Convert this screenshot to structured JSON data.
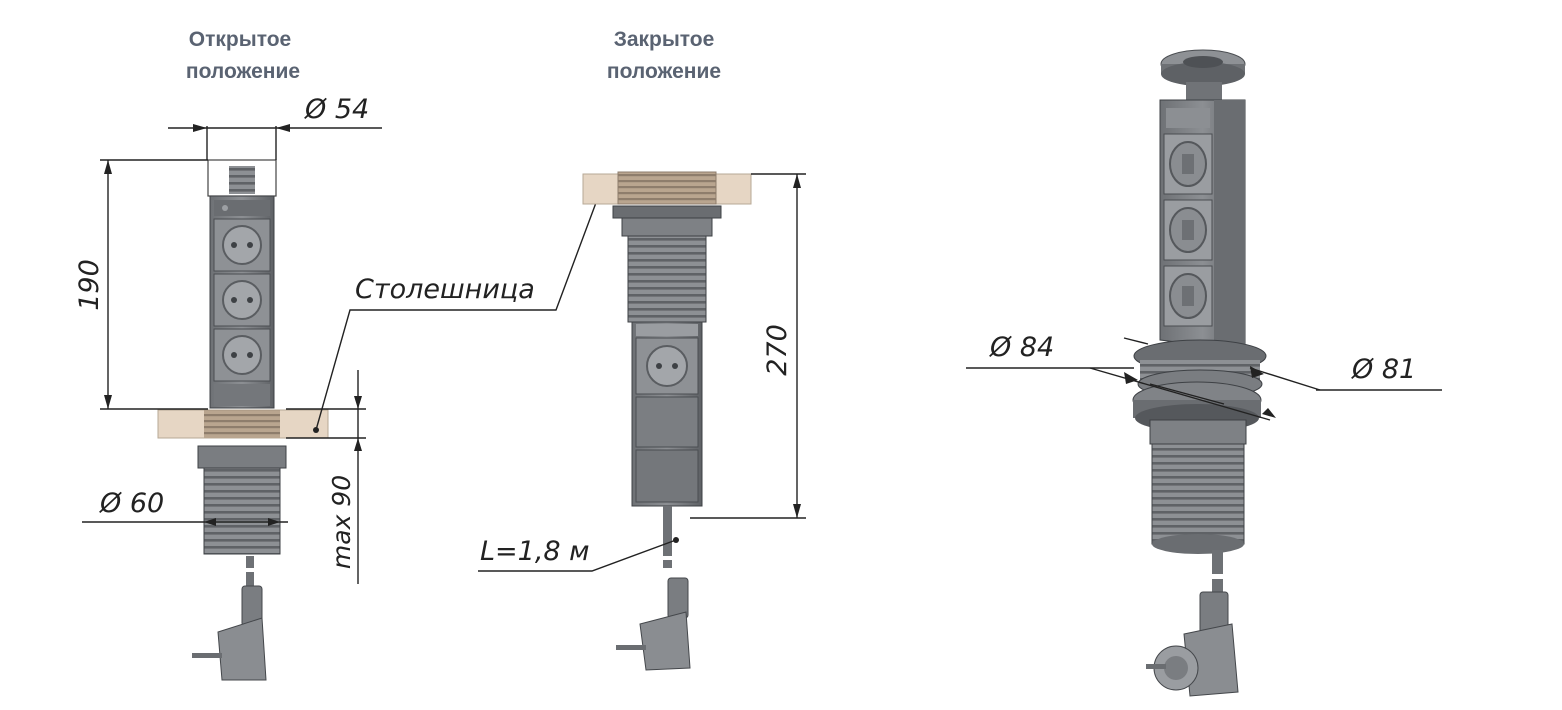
{
  "headings": {
    "open_line1": "Открытое",
    "open_line2": "положение",
    "closed_line1": "Закрытое",
    "closed_line2": "положение"
  },
  "labels": {
    "countertop": "Столешница",
    "cable_length": "L=1,8 м"
  },
  "dimensions": {
    "diameter_54": "Ø 54",
    "height_190": "190",
    "diameter_60": "Ø 60",
    "max_90": "max 90",
    "height_270": "270",
    "diameter_84": "Ø 84",
    "diameter_81": "Ø 81"
  },
  "colors": {
    "body_gray": "#7f8286",
    "dark_gray": "#55585c",
    "socket_gray": "#9a9da1",
    "countertop": "#e6d6c4",
    "thread": "#8a8d91",
    "heading": "#5a6372",
    "line": "#222222"
  }
}
